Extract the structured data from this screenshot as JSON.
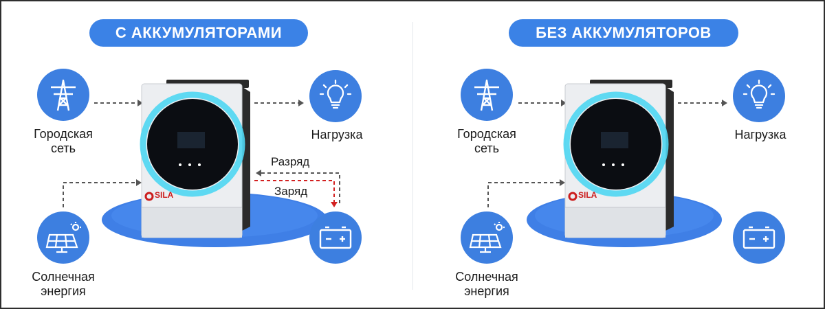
{
  "colors": {
    "accent_blue": "#3b82e6",
    "icon_circle": "#3d7fe0",
    "platform": "#3f7fe6",
    "ring_glow": "#4fd6f2",
    "charge_line": "#d32020",
    "dash_gray": "#555555"
  },
  "panels": {
    "left": {
      "title": "С АККУМУЛЯТОРАМИ",
      "grid_line1": "Городская",
      "grid_line2": "сеть",
      "load": "Нагрузка",
      "solar_line1": "Солнечная",
      "solar_line2": "энергия",
      "discharge": "Разряд",
      "charge": "Заряд",
      "brand": "SILA"
    },
    "right": {
      "title": "БЕЗ АККУМУЛЯТОРОВ",
      "grid_line1": "Городская",
      "grid_line2": "сеть",
      "load": "Нагрузка",
      "solar_line1": "Солнечная",
      "solar_line2": "энергия",
      "brand": "SILA"
    }
  },
  "icons": {
    "grid": "power-tower-icon",
    "load": "lightbulb-icon",
    "solar": "solar-panel-icon",
    "battery": "battery-icon"
  }
}
